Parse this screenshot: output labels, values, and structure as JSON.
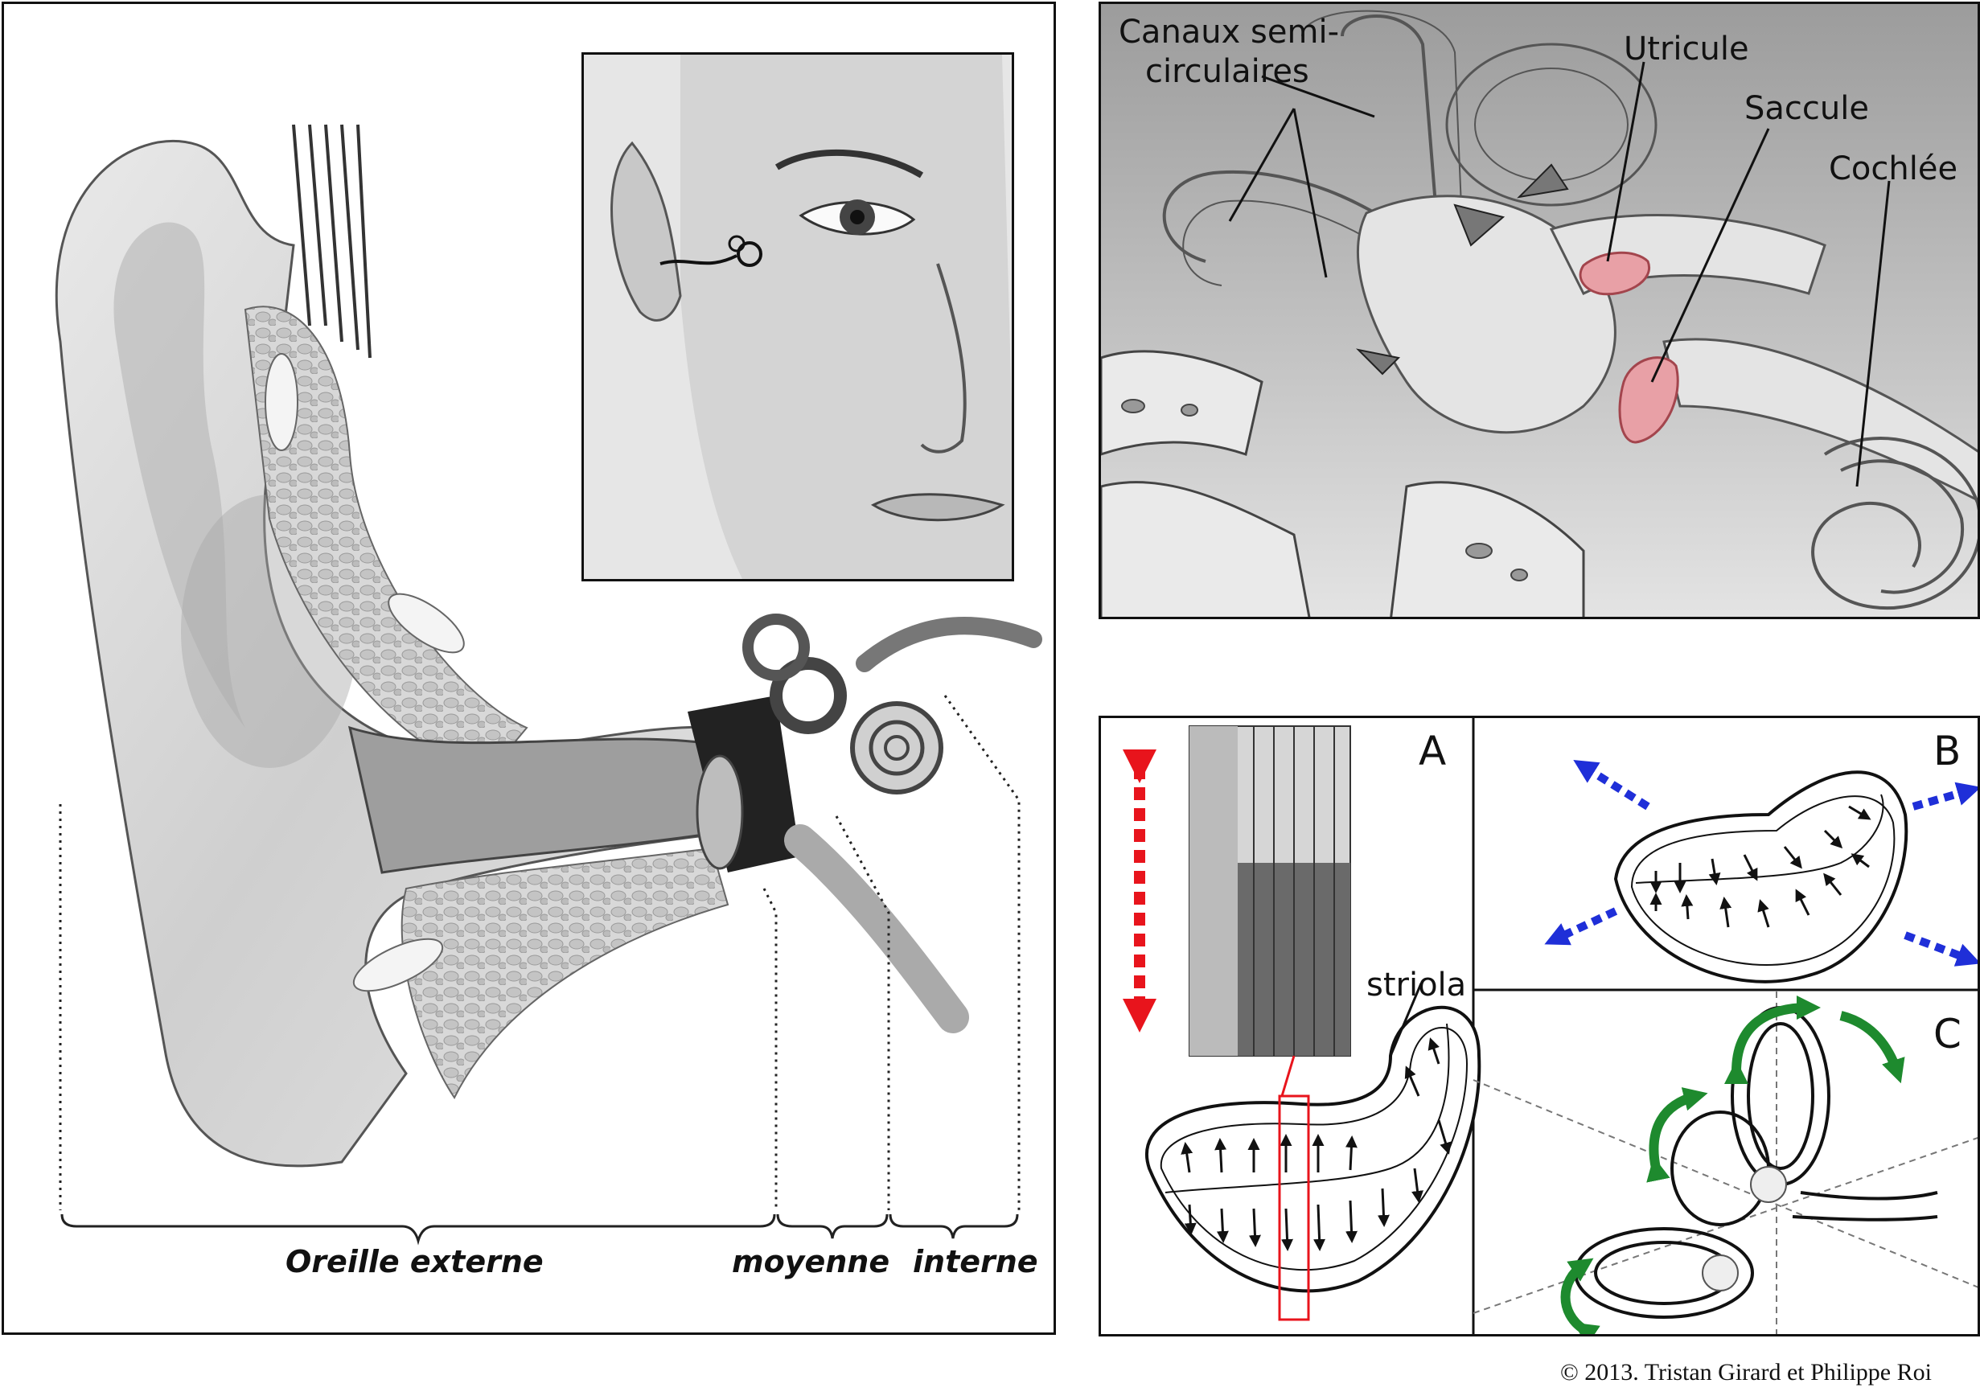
{
  "ear_panel": {
    "labels": {
      "outer": "Oreille externe",
      "middle": "moyenne",
      "inner": "interne"
    }
  },
  "vestibule_panel": {
    "labels": {
      "canals_line1": "Canaux semi-",
      "canals_line2": "circulaires",
      "utricle": "Utricule",
      "saccule": "Saccule",
      "cochlea": "Cochlée"
    },
    "highlight_color": "#e8a0a6"
  },
  "otolith_panel": {
    "letters": {
      "a": "A",
      "b": "B",
      "c": "C"
    },
    "striola_label": "striola",
    "arrow_colors": {
      "a": "#e8141c",
      "b": "#1f2fd8",
      "c": "#1e8a2e"
    }
  },
  "footer": {
    "copyright": "© 2013. Tristan Girard et Philippe Roi"
  }
}
